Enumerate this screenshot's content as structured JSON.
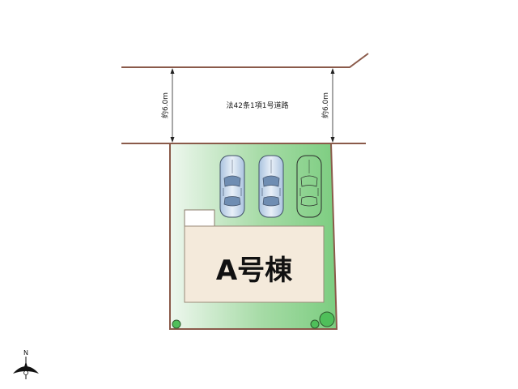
{
  "road": {
    "label": "法42条1項1号道路"
  },
  "dimensions": {
    "left": "約6.0m",
    "right": "約6.0m"
  },
  "building": {
    "label": "A号棟"
  },
  "parking": [
    {
      "style": "filled"
    },
    {
      "style": "filled"
    },
    {
      "style": "outline"
    }
  ],
  "compass": {
    "north_label": "N"
  },
  "colors": {
    "lot_green": "#7fcf82",
    "lot_border": "#8a5a4a",
    "building_fill": "#f4eadb",
    "car_fill": "#c9d8ea"
  }
}
